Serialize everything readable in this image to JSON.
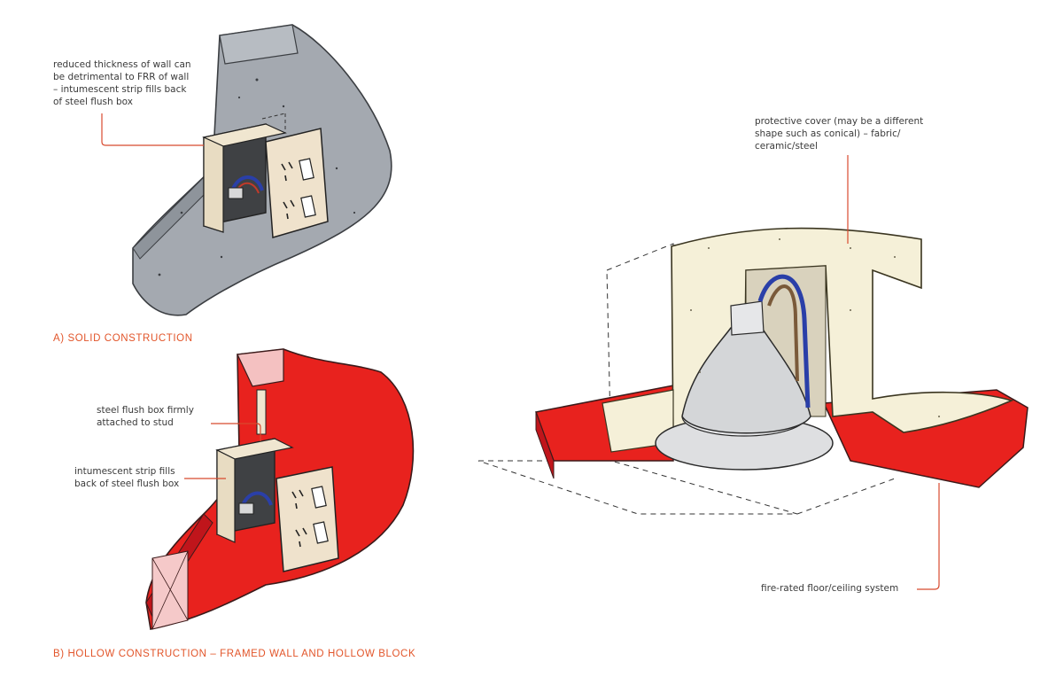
{
  "colors": {
    "concrete": "#a4a9b0",
    "fire_red": "#e8221e",
    "cover_cream": "#f5f0d8",
    "steel_grey": "#d4d6d8",
    "leader_red": "#d84a2e",
    "caption_orange": "#e2552a"
  },
  "labels": {
    "solid_note": "reduced thickness of wall can\nbe detrimental to FRR of wall\n– intumescent strip fills back\nof steel flush box",
    "solid_caption": "A) SOLID CONSTRUCTION",
    "stud_note": "steel flush box firmly\nattached to stud",
    "strip_note": "intumescent strip fills\nback of steel flush box",
    "hollow_caption": "B) HOLLOW CONSTRUCTION – FRAMED WALL AND HOLLOW BLOCK",
    "cover_note": "protective cover (may be a different\nshape such as conical) – fabric/\nceramic/steel",
    "floor_note": "fire-rated floor/ceiling system"
  }
}
